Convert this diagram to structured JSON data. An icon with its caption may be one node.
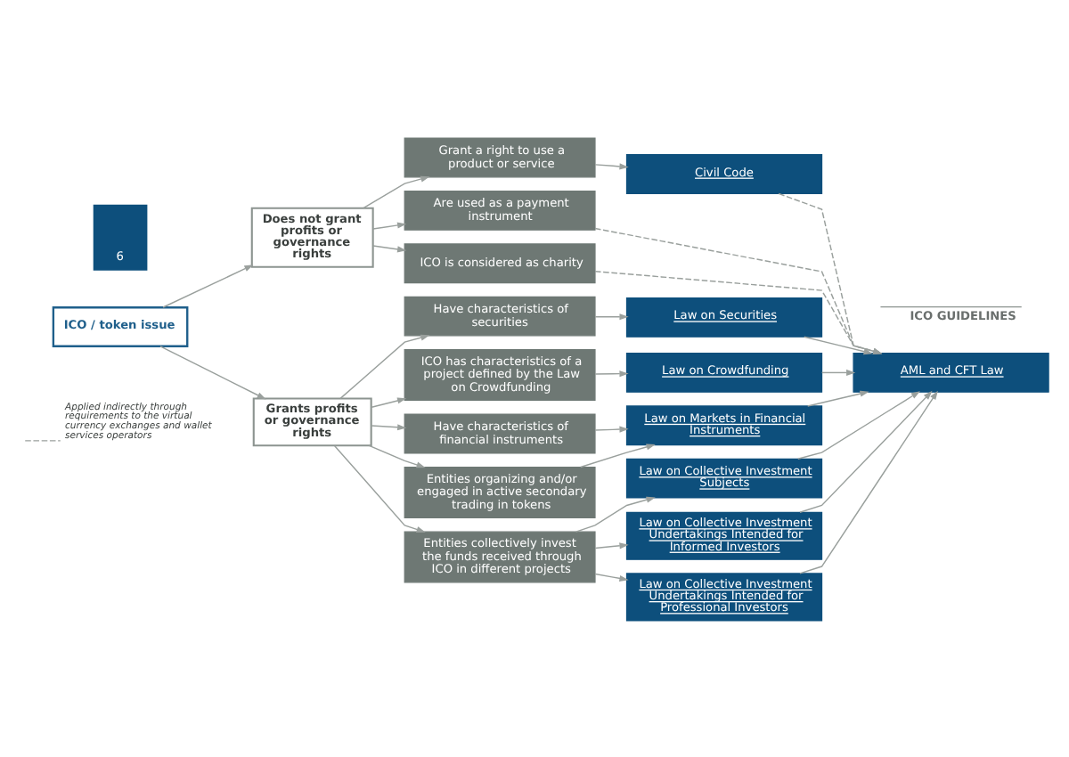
{
  "diagram": {
    "nodes": [
      {
        "text": [
          "Does not grant profits or governance rights"
        ]
      },
      {
        "text": [
          "ICO / token issue"
        ]
      },
      {
        "text": [
          "Grants profits or governance rights"
        ]
      },
      {
        "text": [
          "Grant a right to use a product or service"
        ]
      },
      {
        "text": [
          "Are used as a payment instrument"
        ]
      },
      {
        "text": [
          "ICO is considered as charity"
        ]
      },
      {
        "text": [
          "Have characteristics of securities"
        ]
      },
      {
        "text": [
          "ICO has characteristics of a project defined by the Law on Crowdfunding"
        ]
      },
      {
        "text": [
          "Have characteristics of financial instruments"
        ]
      },
      {
        "text": [
          "Entities organizing and/or engaged in active secondary trading in tokens"
        ]
      },
      {
        "text": [
          "Entities collectively invest the funds received through ICO in different projects"
        ]
      },
      {
        "text": [
          "Civil Code"
        ]
      },
      {
        "text": [
          "AML and CFT Law"
        ]
      },
      {
        "text": [
          "Law on Securities"
        ]
      },
      {
        "text": [
          "Law on Crowdfunding"
        ]
      },
      {
        "text": [
          "Law on Markets in Financial Instruments"
        ]
      },
      {
        "text": [
          "Law on Collective Investment Subjects"
        ]
      },
      {
        "text": [
          "Law on Collective Investment Undertakings Intended for Informed Investors"
        ]
      },
      {
        "text": [
          "Law on Collective Investment Undertakings Intended for Professional Investors"
        ]
      }
    ],
    "edges": [
      {
        "from": 1,
        "to": 0,
        "arrow": "to"
      },
      {
        "from": 1,
        "to": 2,
        "arrow": "to"
      },
      {
        "from": 0,
        "to": 3,
        "arrow": "to"
      },
      {
        "from": 0,
        "to": 4,
        "arrow": "to"
      },
      {
        "from": 0,
        "to": 5,
        "arrow": "to"
      },
      {
        "from": 2,
        "to": 6,
        "arrow": "to"
      },
      {
        "from": 2,
        "to": 7,
        "arrow": "to"
      },
      {
        "from": 2,
        "to": 8,
        "arrow": "to"
      },
      {
        "from": 2,
        "to": 9,
        "arrow": "to"
      },
      {
        "from": 2,
        "to": 10,
        "arrow": "to"
      },
      {
        "from": 3,
        "to": 11,
        "arrow": "to"
      },
      {
        "from": 4,
        "to": 12,
        "arrow": "to",
        "style": "dashed"
      },
      {
        "from": 5,
        "to": 12,
        "arrow": "to",
        "style": "dashed"
      },
      {
        "from": 11,
        "to": 12,
        "arrow": "to",
        "style": "dashed"
      },
      {
        "from": 6,
        "to": 13,
        "arrow": "to"
      },
      {
        "from": 7,
        "to": 14,
        "arrow": "to"
      },
      {
        "from": 8,
        "to": 15,
        "arrow": "to"
      },
      {
        "from": 9,
        "to": 15,
        "arrow": "to"
      },
      {
        "from": 10,
        "to": 16,
        "arrow": "to"
      },
      {
        "from": 10,
        "to": 17,
        "arrow": "to"
      },
      {
        "from": 10,
        "to": 18,
        "arrow": "to"
      },
      {
        "from": 13,
        "to": 12,
        "arrow": "to"
      },
      {
        "from": 14,
        "to": 12,
        "arrow": "to"
      },
      {
        "from": 15,
        "to": 12,
        "arrow": "to"
      },
      {
        "from": 16,
        "to": 12,
        "arrow": "to"
      },
      {
        "from": 17,
        "to": 12,
        "arrow": "to"
      },
      {
        "from": 18,
        "to": 12,
        "arrow": "to"
      }
    ],
    "labels": [
      "6",
      "ICO GUIDELINES"
    ],
    "legend": [
      {
        "text": "Applied indirectly through requirements to the virtual currency exchanges and wallet services operators"
      }
    ]
  }
}
